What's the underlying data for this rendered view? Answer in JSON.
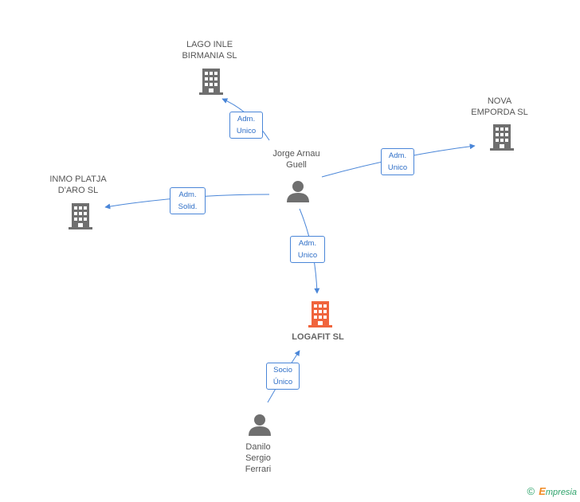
{
  "nodes": {
    "lago": {
      "label": "LAGO INLE\nBIRMANIA SL"
    },
    "nova": {
      "label": "NOVA\nEMPORDA SL"
    },
    "inmo": {
      "label": "INMO PLATJA\nD'ARO  SL"
    },
    "jorge": {
      "label": "Jorge Arnau\nGuell"
    },
    "logafit": {
      "label": "LOGAFIT SL"
    },
    "danilo": {
      "label": "Danilo\nSergio\nFerrari"
    }
  },
  "edges": {
    "jorge_lago": {
      "label": "Adm.\nUnico"
    },
    "jorge_nova": {
      "label": "Adm.\nUnico"
    },
    "jorge_inmo": {
      "label": "Adm.\nSolid."
    },
    "jorge_logafit": {
      "label": "Adm.\nUnico"
    },
    "danilo_logafit": {
      "label": "Socio\nÚnico"
    }
  },
  "footer": {
    "copyright": "©",
    "brand_e": "E",
    "brand_rest": "mpresia"
  },
  "colors": {
    "edge": "#4a86d8",
    "building": "#6f6f6f",
    "building_main": "#f0643c",
    "person": "#6f6f6f"
  }
}
